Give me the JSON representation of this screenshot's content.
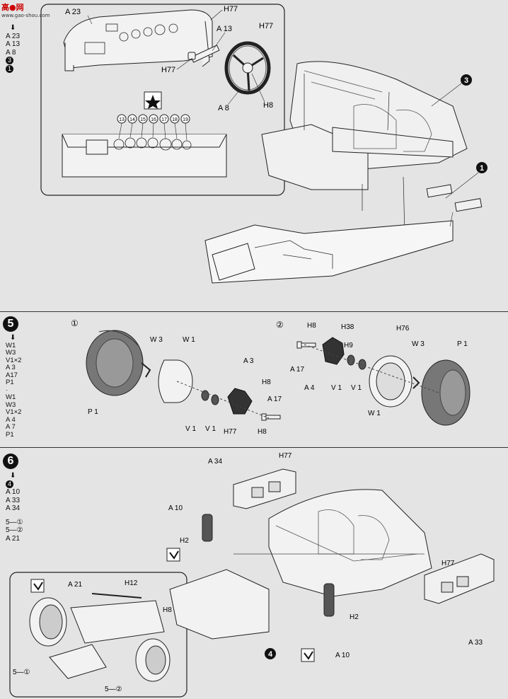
{
  "watermark": {
    "brand": "高●网",
    "url": "www.gao-shou.com"
  },
  "step4": {
    "sequence": [
      "A 23",
      "A 13",
      "A 8",
      "3",
      "1"
    ],
    "labels": {
      "a23": "A 23",
      "a13": "A 13",
      "h77a": "H77",
      "h77b": "H77",
      "h77c": "H77",
      "a8": "A 8",
      "h8": "H8",
      "marker3": "3",
      "marker1": "1"
    },
    "gauges": [
      "13",
      "14",
      "15",
      "16",
      "17",
      "18",
      "19"
    ]
  },
  "step5": {
    "number": "5",
    "sequence": [
      "W1",
      "W3",
      "V1×2",
      "A 3",
      "A17",
      "P1",
      "·",
      "W1",
      "W3",
      "V1×2",
      "A 4",
      "A 7",
      "P1"
    ],
    "left": {
      "marker": "①",
      "w3": "W 3",
      "w1": "W 1",
      "a3": "A 3",
      "h8a": "H8",
      "a17": "A 17",
      "h8b": "H8",
      "p1": "P 1",
      "v1a": "V 1",
      "v1b": "V 1",
      "h77": "H77"
    },
    "right": {
      "marker": "②",
      "h8": "H8",
      "h38": "H38",
      "h9": "H9",
      "a17": "A 17",
      "a4": "A 4",
      "v1a": "V 1",
      "v1b": "V 1",
      "h76": "H76",
      "w3": "W 3",
      "w1": "W 1",
      "p1": "P 1"
    }
  },
  "step6": {
    "number": "6",
    "sequence": [
      "4",
      "A 10",
      "A 33",
      "A 34",
      "5—①",
      "5—②",
      "A 21"
    ],
    "labels": {
      "a34": "A 34",
      "h77a": "H77",
      "a10a": "A 10",
      "h2a": "H2",
      "h77b": "H77",
      "a33": "A 33",
      "h2b": "H2",
      "a10b": "A 10",
      "marker4": "4",
      "a21": "A 21",
      "h12": "H12",
      "h8": "H8",
      "sub1": "5—①",
      "sub2": "5—②"
    }
  }
}
